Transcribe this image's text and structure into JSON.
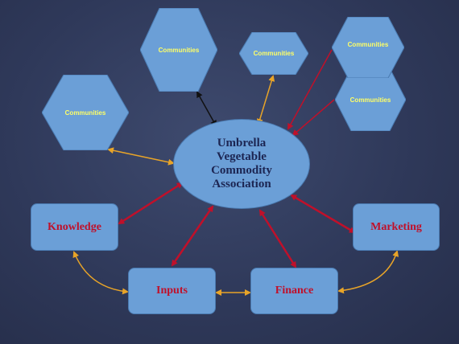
{
  "center": {
    "lines": [
      "Umbrella",
      "Vegetable",
      "Commodity",
      "Association"
    ]
  },
  "communities": [
    {
      "label": "Communities"
    },
    {
      "label": "Communities"
    },
    {
      "label": "Communities"
    },
    {
      "label": "Communities"
    },
    {
      "label": "Communities"
    }
  ],
  "nodes": {
    "knowledge": "Knowledge",
    "marketing": "Marketing",
    "inputs": "Inputs",
    "finance": "Finance"
  },
  "colors": {
    "shape_fill": "#6b9fd7",
    "red_arrow": "#c0102a",
    "gold_arrow": "#e8a428",
    "black_arrow": "#111111",
    "community_text": "#ffff66",
    "center_text": "#1c2552"
  }
}
